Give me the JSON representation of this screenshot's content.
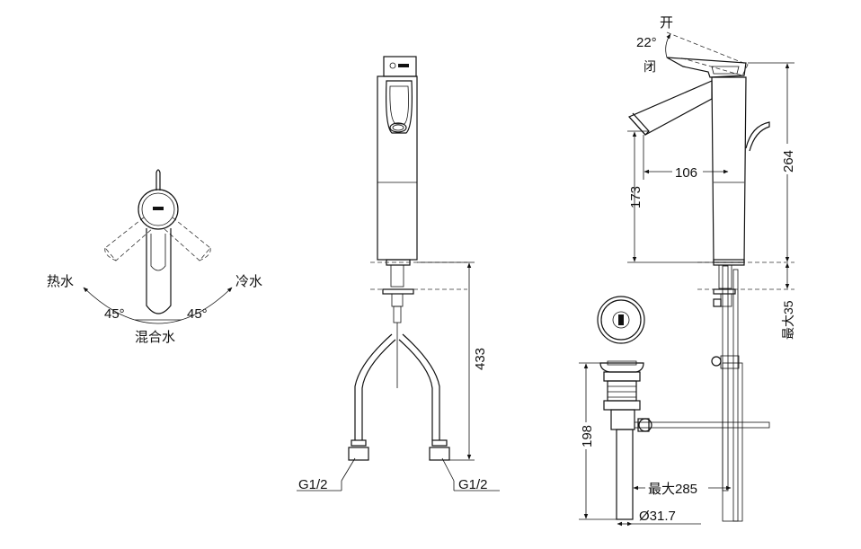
{
  "top_view": {
    "hot_label": "热水",
    "cold_label": "冷水",
    "mixed_label": "混合水",
    "angle_left": "45°",
    "angle_right": "45°"
  },
  "front_view": {
    "height_dim": "433",
    "thread_left": "G1/2",
    "thread_right": "G1/2"
  },
  "side_view": {
    "open_label": "开",
    "closed_label": "闭",
    "lever_angle": "22°",
    "spout_reach": "106",
    "spout_height": "173",
    "total_height": "264",
    "max_deck": "最大35"
  },
  "drain_view": {
    "drain_length": "198",
    "max_rod": "最大285",
    "pipe_diameter": "Ø31.7"
  }
}
